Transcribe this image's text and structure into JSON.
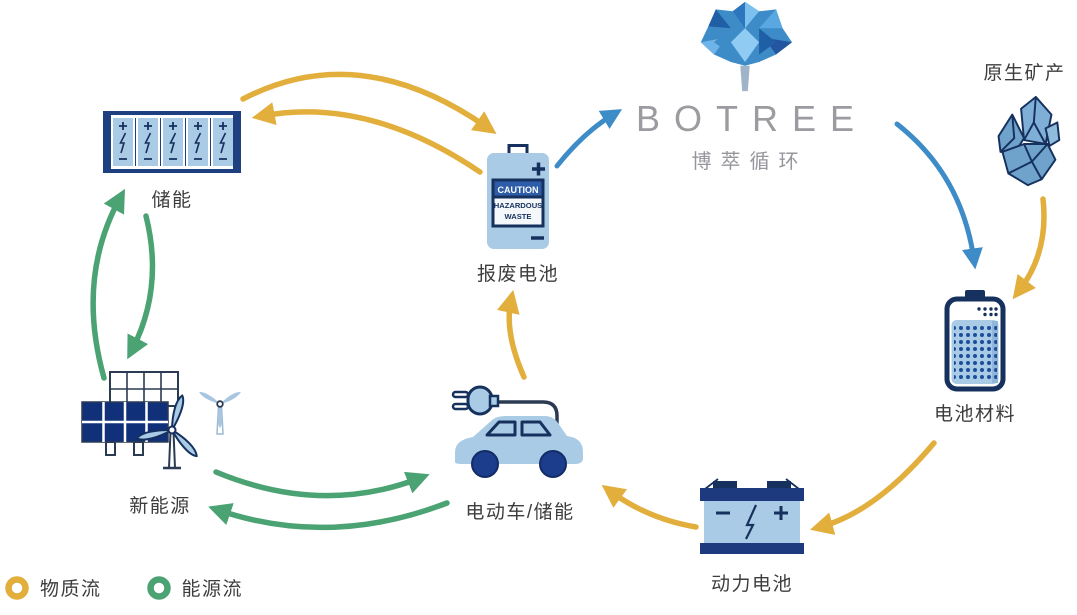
{
  "diagram": {
    "logo": {
      "brand": "BOTREE",
      "subtitle": "博萃循环"
    },
    "nodes": {
      "energy_storage": {
        "label": "储能"
      },
      "scrap_battery": {
        "label": "报废电池",
        "caution": "CAUTION",
        "hazardous": "HAZARDOUS",
        "waste": "WASTE"
      },
      "raw_minerals": {
        "label": "原生矿产"
      },
      "battery_materials": {
        "label": "电池材料"
      },
      "power_battery": {
        "label": "动力电池"
      },
      "ev_storage": {
        "label": "电动车/储能"
      },
      "new_energy": {
        "label": "新能源"
      }
    },
    "legend": {
      "material_flow": {
        "label": "物质流",
        "color": "#E2AE3C"
      },
      "energy_flow": {
        "label": "能源流",
        "color": "#4BA273"
      }
    },
    "colors": {
      "material_flow": "#E2AE3C",
      "energy_flow": "#4BA273",
      "recycle_flow": "#3E8CC7",
      "navy": "#16315E",
      "light_blue": "#A9CBE5",
      "logo_gray": "#9B9BA0"
    },
    "edges": [
      {
        "from": "储能",
        "to": "报废电池",
        "flow": "material"
      },
      {
        "from": "报废电池",
        "to": "储能",
        "flow": "material"
      },
      {
        "from": "新能源",
        "to": "储能",
        "flow": "energy"
      },
      {
        "from": "储能",
        "to": "新能源",
        "flow": "energy"
      },
      {
        "from": "新能源",
        "to": "电动车/储能",
        "flow": "energy"
      },
      {
        "from": "电动车/储能",
        "to": "新能源",
        "flow": "energy"
      },
      {
        "from": "电动车/储能",
        "to": "报废电池",
        "flow": "material"
      },
      {
        "from": "报废电池",
        "to": "BOTREE",
        "flow": "recycle"
      },
      {
        "from": "BOTREE",
        "to": "电池材料",
        "flow": "recycle"
      },
      {
        "from": "原生矿产",
        "to": "电池材料",
        "flow": "material"
      },
      {
        "from": "电池材料",
        "to": "动力电池",
        "flow": "material"
      },
      {
        "from": "动力电池",
        "to": "电动车/储能",
        "flow": "material"
      }
    ]
  }
}
